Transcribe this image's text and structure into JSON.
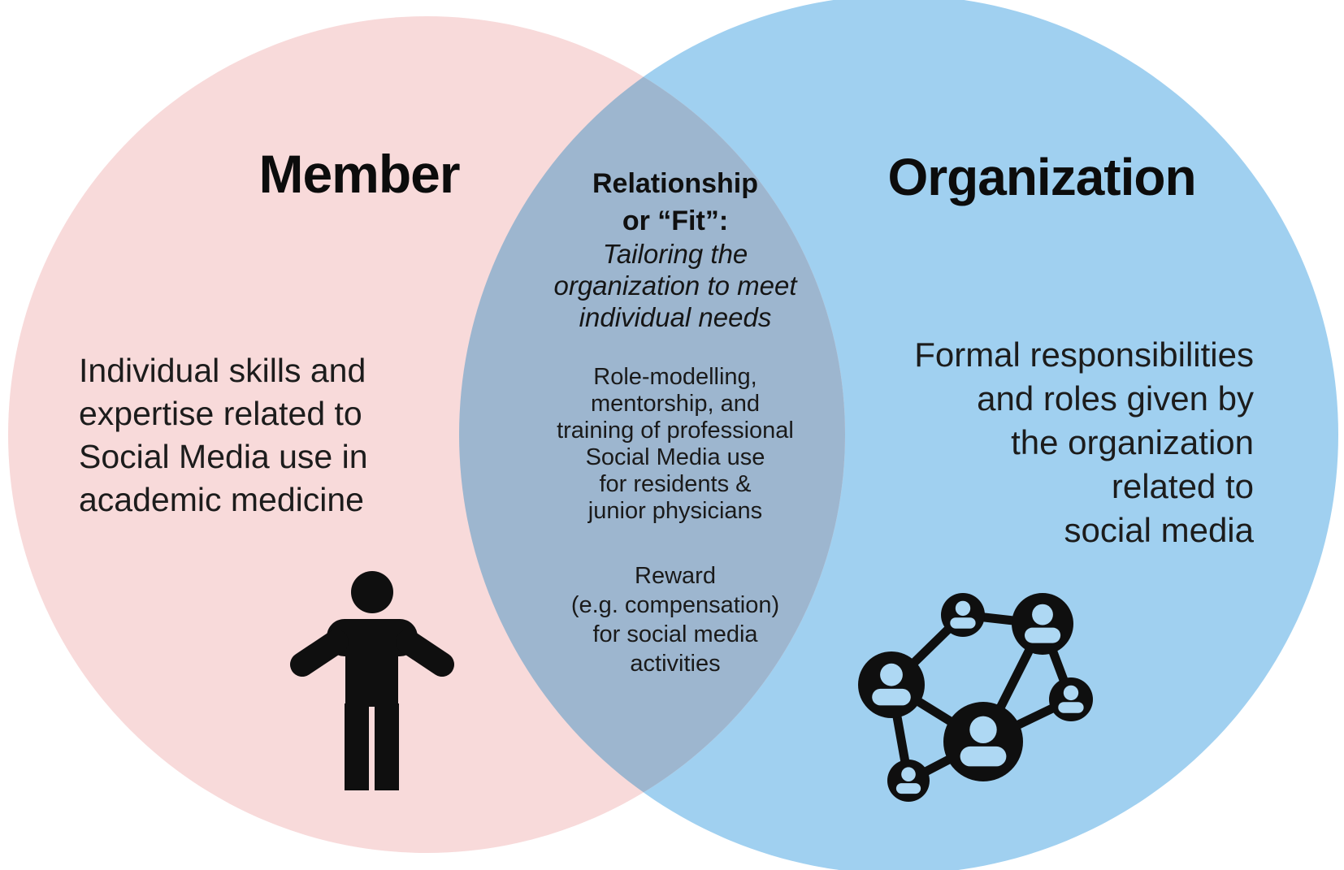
{
  "colors": {
    "background": "#ffffff",
    "member_circle": "#f8dada",
    "organization_circle": "#a0d0f0",
    "overlap_region": "#9db6cf",
    "icon": "#0f0f0f",
    "icon_cutout": "#aed8f3",
    "text": "#1c1c1c"
  },
  "member": {
    "title": "Member",
    "body": "Individual skills and\nexpertise related to\nSocial Media use in\nacademic medicine",
    "icon": "person-icon"
  },
  "organization": {
    "title": "Organization",
    "body": "Formal responsibilities\nand roles given by\nthe organization\nrelated to\nsocial media",
    "icon": "people-network-icon"
  },
  "overlap": {
    "heading": "Relationship\nor “Fit”:",
    "tagline": "Tailoring the\norganization to meet\nindividual needs",
    "items": [
      "Role-modelling,\nmentorship, and\ntraining of professional\nSocial Media use\nfor residents &\njunior physicians",
      "Reward\n(e.g. compensation)\nfor social media\nactivities"
    ]
  }
}
